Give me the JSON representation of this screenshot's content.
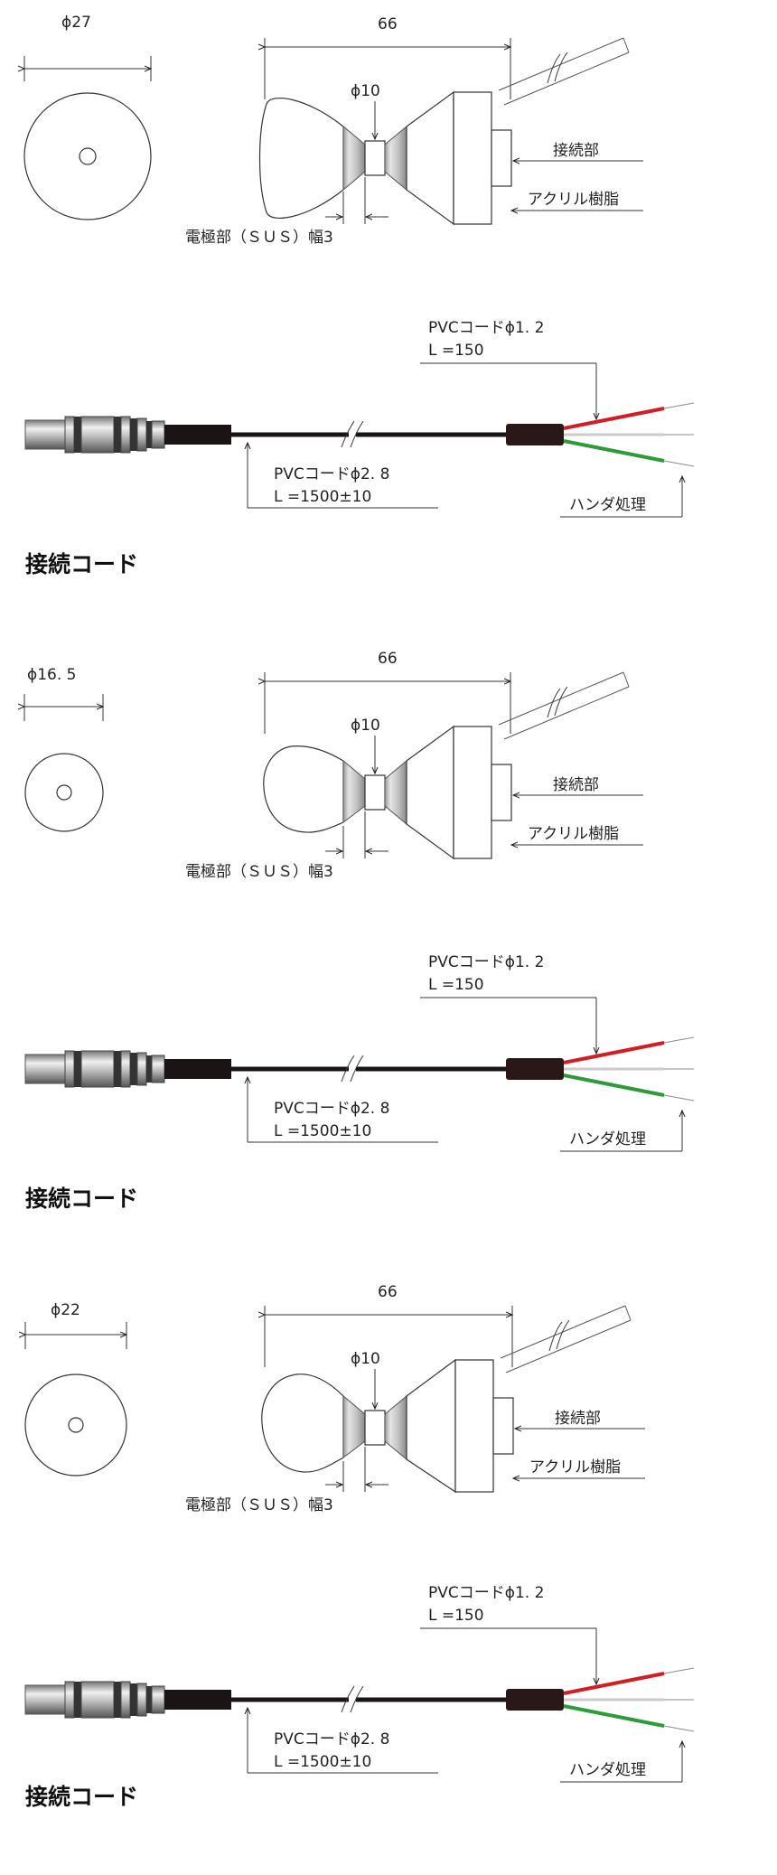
{
  "sections": [
    {
      "disk_diameter": "ϕ27",
      "electrode_length": "66",
      "neck_diameter": "ϕ10",
      "connection_label": "接続部",
      "acrylic_label": "アクリル樹脂",
      "electrode_label": "電極部（ＳＵＳ）幅3",
      "thin_cord_spec": "PVCコードϕ1. 2",
      "thin_cord_length": "L =150",
      "main_cord_spec": "PVCコードϕ2. 8",
      "main_cord_length": "L =1500±10",
      "solder_label": "ハンダ処理",
      "section_title": "接続コード"
    },
    {
      "disk_diameter": "ϕ16. 5",
      "electrode_length": "66",
      "neck_diameter": "ϕ10",
      "connection_label": "接続部",
      "acrylic_label": "アクリル樹脂",
      "electrode_label": "電極部（ＳＵＳ）幅3",
      "thin_cord_spec": "PVCコードϕ1. 2",
      "thin_cord_length": "L =150",
      "main_cord_spec": "PVCコードϕ2. 8",
      "main_cord_length": "L =1500±10",
      "solder_label": "ハンダ処理",
      "section_title": "接続コード"
    },
    {
      "disk_diameter": "ϕ22",
      "electrode_length": "66",
      "neck_diameter": "ϕ10",
      "connection_label": "接続部",
      "acrylic_label": "アクリル樹脂",
      "electrode_label": "電極部（ＳＵＳ）幅3",
      "thin_cord_spec": "PVCコードϕ1. 2",
      "thin_cord_length": "L =150",
      "main_cord_spec": "PVCコードϕ2. 8",
      "main_cord_length": "L =1500±10",
      "solder_label": "ハンダ処理",
      "section_title": "接続コード"
    }
  ]
}
